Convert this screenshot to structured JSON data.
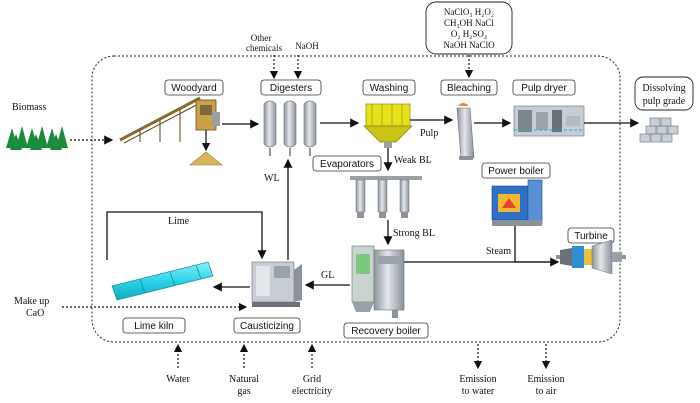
{
  "input_labels": {
    "biomass": "Biomass",
    "makeup_cao_1": "Make up",
    "makeup_cao_2": "CaO",
    "other_chemicals_1": "Other",
    "other_chemicals_2": "chemicals",
    "naoh": "NaOH",
    "water": "Water",
    "natural_gas_1": "Natural",
    "natural_gas_2": "gas",
    "grid_1": "Grid",
    "grid_2": "electricity"
  },
  "bleach_chemicals": {
    "line1": "NaClO₃  H₂O₂",
    "line2": "CH₃OH NaCl",
    "line3": "O₂ H₂SO₄",
    "line4": "NaOH NaClO"
  },
  "units": {
    "woodyard": "Woodyard",
    "digesters": "Digesters",
    "washing": "Washing",
    "bleaching": "Bleaching",
    "pulp_dryer": "Pulp dryer",
    "evaporators": "Evaporators",
    "power_boiler": "Power boiler",
    "turbine": "Turbine",
    "recovery_boiler": "Recovery boiler",
    "causticizing": "Causticizing",
    "lime_kiln": "Lime kiln"
  },
  "output_labels": {
    "dissolving_1": "Dissolving",
    "dissolving_2": "pulp grade",
    "emission_water_1": "Emission",
    "emission_water_2": "to water",
    "emission_air_1": "Emission",
    "emission_air_2": "to air"
  },
  "stream_labels": {
    "pulp": "Pulp",
    "weak_bl": "Weak BL",
    "strong_bl": "Strong BL",
    "steam": "Steam",
    "wl": "WL",
    "gl": "GL",
    "lime": "Lime"
  },
  "colors": {
    "kiln": "#29d4e8",
    "washing": "#e8e21c",
    "power_boiler_blue": "#2f6fc4",
    "steel": "#b9bfc6"
  }
}
